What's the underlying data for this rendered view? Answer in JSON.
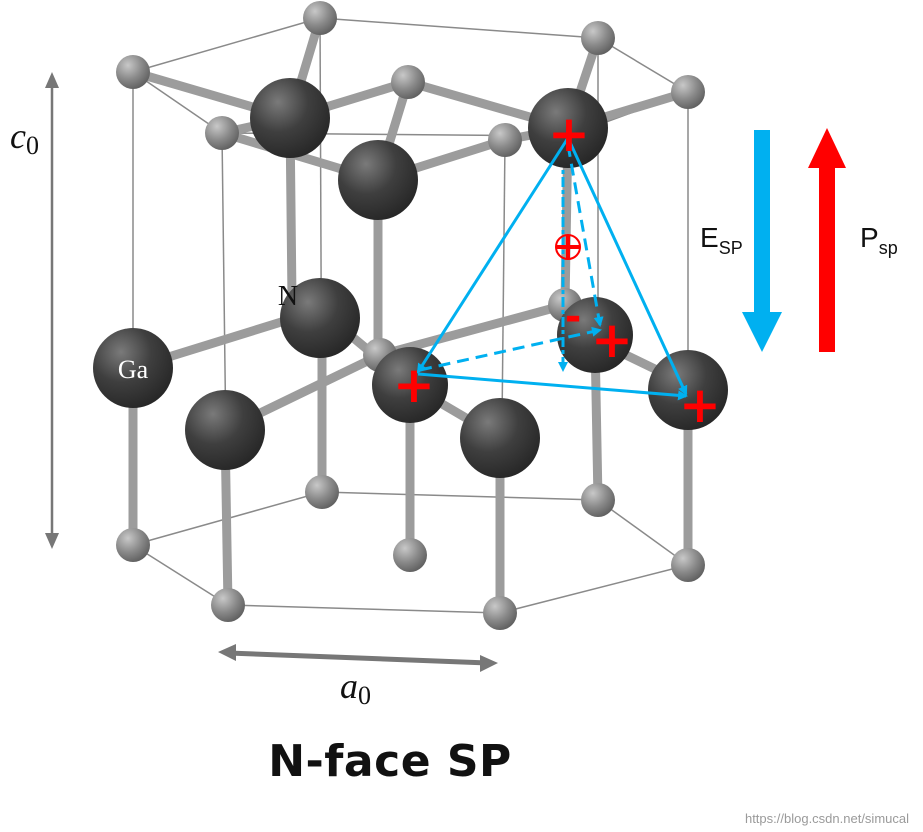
{
  "labels": {
    "c0": {
      "main": "c",
      "sub": "0"
    },
    "a0": {
      "main": "a",
      "sub": "0"
    },
    "ga": "Ga",
    "n": "N",
    "esp": {
      "main": "E",
      "sub": "SP"
    },
    "psp": {
      "main": "P",
      "sub": "sp"
    }
  },
  "caption": "N-face SP",
  "watermark": "https://blog.csdn.net/simucal",
  "colors": {
    "field_arrow": "#00b0f0",
    "polarization_arrow": "#ff0000",
    "charge_sign": "#ff0000",
    "ga_atom": "#3a3a3a",
    "n_atom": "#8a8a8a",
    "bond": "#9a9a9a",
    "lattice_line": "#7a7a7a"
  },
  "charges": {
    "plus": "+",
    "minus": "-"
  },
  "icons": [
    "double-arrow-c0",
    "double-arrow-a0",
    "esp-down-arrow",
    "psp-up-arrow",
    "circled-plus-icon"
  ]
}
